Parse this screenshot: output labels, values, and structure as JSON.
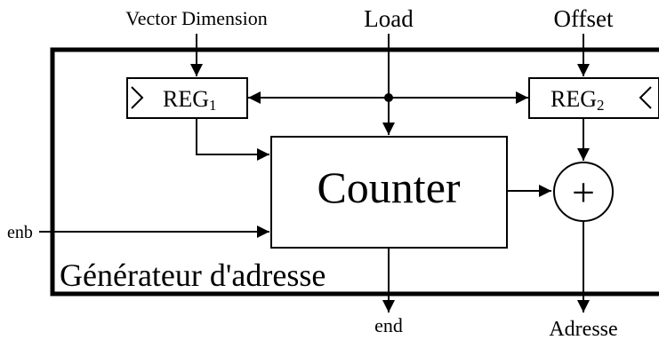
{
  "diagram": {
    "inputs": {
      "vector_dimension": "Vector Dimension",
      "load": "Load",
      "offset": "Offset",
      "enb": "enb"
    },
    "blocks": {
      "reg1": {
        "label": "REG",
        "subscript": "1"
      },
      "reg2": {
        "label": "REG",
        "subscript": "2"
      },
      "counter": "Counter",
      "adder_symbol": "+"
    },
    "module_title": "Générateur d'adresse",
    "outputs": {
      "end": "end",
      "adresse": "Adresse"
    }
  }
}
